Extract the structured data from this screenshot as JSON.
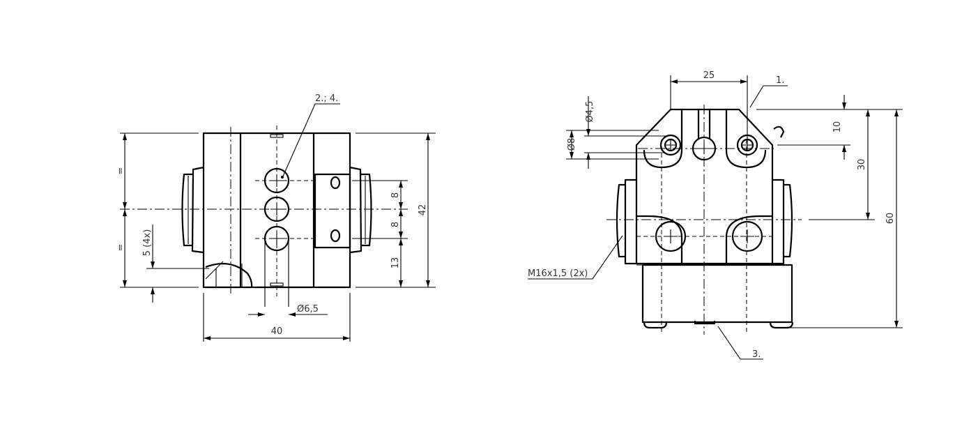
{
  "left_view": {
    "callout_parts": "2.; 4.",
    "equal_top": "=",
    "equal_bottom": "=",
    "dim_5_4x": "5 (4x)",
    "dim_8_top": "8",
    "dim_8_bottom": "8",
    "dim_13": "13",
    "dim_42": "42",
    "dim_hole_dia": "Ø6,5",
    "dim_40": "40"
  },
  "right_view": {
    "dim_25": "25",
    "callout_1": "1.",
    "dim_dia_4_5": "Ø4,5",
    "dim_dia_8": "Ø8",
    "dim_10": "10",
    "dim_30": "30",
    "dim_60": "60",
    "thread_callout": "M16x1,5 (2x)",
    "callout_3": "3."
  }
}
